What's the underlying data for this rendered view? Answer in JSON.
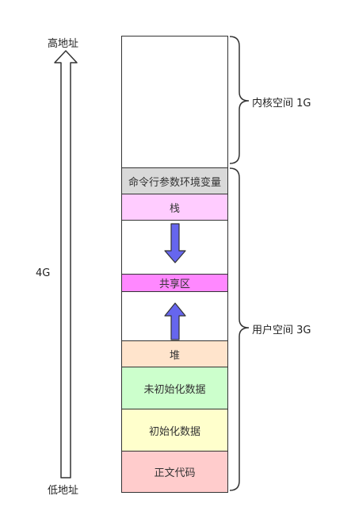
{
  "axis": {
    "top_label": "高地址",
    "middle_label": "4G",
    "bottom_label": "低地址"
  },
  "segments": {
    "kernel": "",
    "env": "命令行参数环境变量",
    "stack": "栈",
    "shared": "共享区",
    "heap": "堆",
    "bss": "未初始化数据",
    "data": "初始化数据",
    "text": "正文代码"
  },
  "brackets": {
    "kernel_label": "内核空间 1G",
    "user_label": "用户空间 3G"
  },
  "colors": {
    "env": "#d9d9d9",
    "stack": "#ffccff",
    "shared": "#ff88ff",
    "heap": "#ffe4cc",
    "bss": "#ccffcc",
    "data": "#ffffcc",
    "text": "#ffcccc",
    "arrow_fill": "#6666ee"
  },
  "icons": {
    "address_arrow": "up-arrow-icon",
    "stack_growth": "down-arrow-icon",
    "heap_growth": "up-arrow-icon"
  }
}
